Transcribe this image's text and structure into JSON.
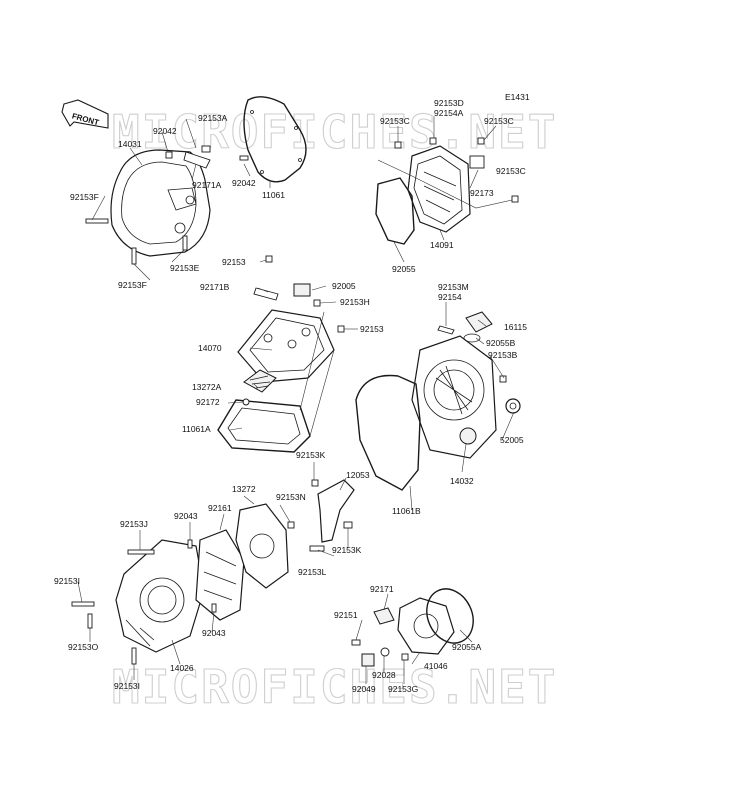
{
  "diagram": {
    "ref_code": "E1431",
    "front_label": "FRONT",
    "watermarks": [
      "MICROFICHES.NET",
      "MICROFICHES.NET"
    ],
    "labels": [
      {
        "id": "l1",
        "text": "92153D"
      },
      {
        "id": "l2",
        "text": "92154A"
      },
      {
        "id": "l3",
        "text": "92153A"
      },
      {
        "id": "l4",
        "text": "92042"
      },
      {
        "id": "l5",
        "text": "14031"
      },
      {
        "id": "l6",
        "text": "92153C"
      },
      {
        "id": "l7",
        "text": "92153C"
      },
      {
        "id": "l8",
        "text": "92153C"
      },
      {
        "id": "l9",
        "text": "92171A"
      },
      {
        "id": "l10",
        "text": "92042"
      },
      {
        "id": "l11",
        "text": "11061"
      },
      {
        "id": "l12",
        "text": "92173"
      },
      {
        "id": "l13",
        "text": "92153F"
      },
      {
        "id": "l14",
        "text": "14091"
      },
      {
        "id": "l15",
        "text": "92153E"
      },
      {
        "id": "l16",
        "text": "92153"
      },
      {
        "id": "l17",
        "text": "92055"
      },
      {
        "id": "l18",
        "text": "92153F"
      },
      {
        "id": "l19",
        "text": "92171B"
      },
      {
        "id": "l20",
        "text": "92005"
      },
      {
        "id": "l21",
        "text": "92153M"
      },
      {
        "id": "l22",
        "text": "92153H"
      },
      {
        "id": "l23",
        "text": "92154"
      },
      {
        "id": "l24",
        "text": "16115"
      },
      {
        "id": "l25",
        "text": "92153"
      },
      {
        "id": "l26",
        "text": "92055B"
      },
      {
        "id": "l27",
        "text": "14070"
      },
      {
        "id": "l28",
        "text": "92153B"
      },
      {
        "id": "l29",
        "text": "13272A"
      },
      {
        "id": "l30",
        "text": "92172"
      },
      {
        "id": "l31",
        "text": "11061A"
      },
      {
        "id": "l32",
        "text": "52005"
      },
      {
        "id": "l33",
        "text": "92153K"
      },
      {
        "id": "l34",
        "text": "14032"
      },
      {
        "id": "l35",
        "text": "12053"
      },
      {
        "id": "l36",
        "text": "13272"
      },
      {
        "id": "l37",
        "text": "92153N"
      },
      {
        "id": "l38",
        "text": "11061B"
      },
      {
        "id": "l39",
        "text": "92043"
      },
      {
        "id": "l40",
        "text": "92161"
      },
      {
        "id": "l41",
        "text": "92153J"
      },
      {
        "id": "l42",
        "text": "92153K"
      },
      {
        "id": "l43",
        "text": "92153L"
      },
      {
        "id": "l44",
        "text": "92153I"
      },
      {
        "id": "l45",
        "text": "92171"
      },
      {
        "id": "l46",
        "text": "92151"
      },
      {
        "id": "l47",
        "text": "92043"
      },
      {
        "id": "l48",
        "text": "92153O"
      },
      {
        "id": "l49",
        "text": "14026"
      },
      {
        "id": "l50",
        "text": "92055A"
      },
      {
        "id": "l51",
        "text": "92028"
      },
      {
        "id": "l52",
        "text": "41046"
      },
      {
        "id": "l53",
        "text": "92153I"
      },
      {
        "id": "l54",
        "text": "92049"
      },
      {
        "id": "l55",
        "text": "92153G"
      }
    ]
  }
}
